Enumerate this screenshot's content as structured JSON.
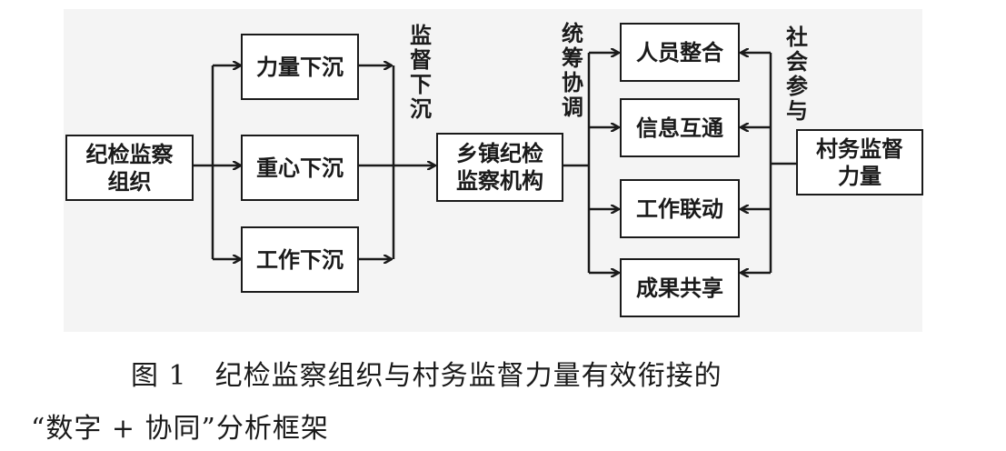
{
  "nodes": {
    "source": "纪检监察\n组织",
    "sink_level": [
      "力量下沉",
      "重心下沉",
      "工作下沉"
    ],
    "hub": "乡镇纪检\n监察机构",
    "outcomes": [
      "人员整合",
      "信息互通",
      "工作联动",
      "成果共享"
    ],
    "village": "村务监督\n力量"
  },
  "edge_labels": {
    "supervision_down": "监督下沉",
    "coordination": "统筹协调",
    "social_participation": "社会参与"
  },
  "caption": {
    "line1": "图 1　纪检监察组织与村务监督力量有效衔接的",
    "line2": "“数字 + 协同”分析框架"
  }
}
